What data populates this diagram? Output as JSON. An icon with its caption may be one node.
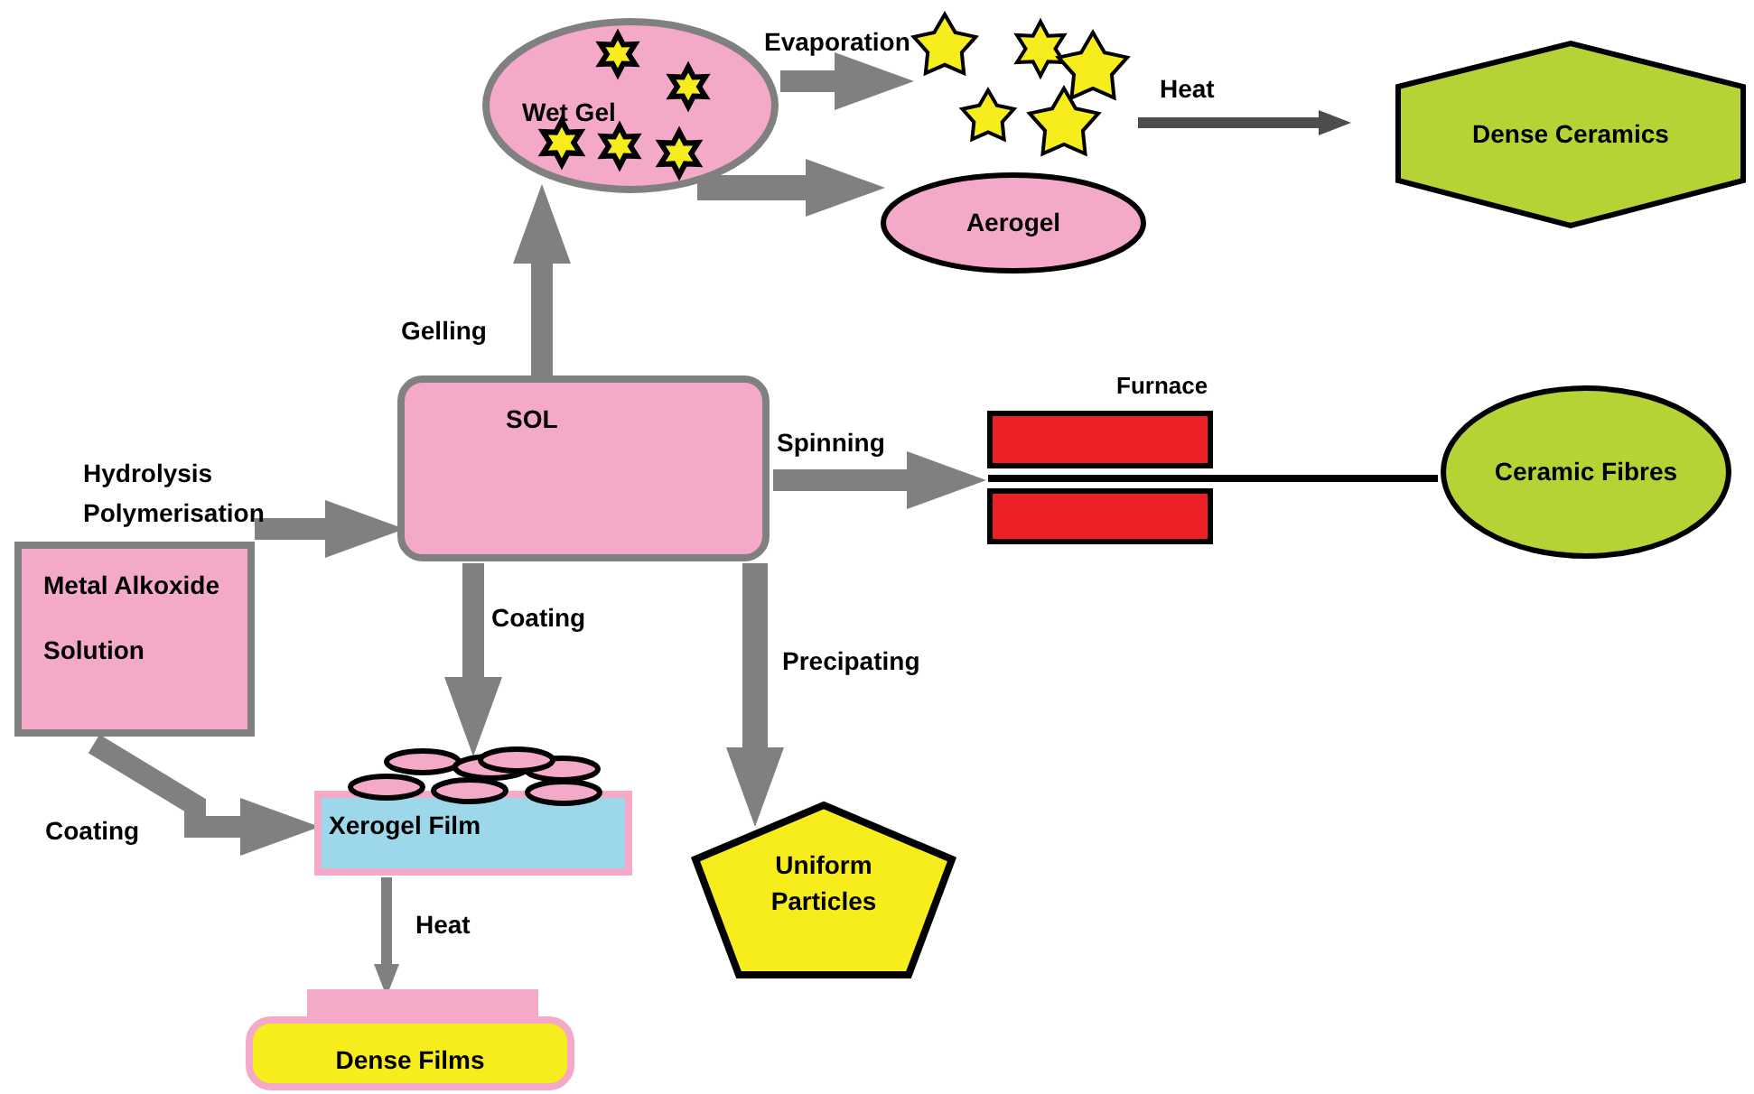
{
  "diagram": {
    "nodes": [
      {
        "text": [
          "Metal Alkoxide",
          "Solution"
        ]
      },
      {
        "text": [
          "SOL"
        ]
      },
      {
        "text": [
          "Wet Gel"
        ]
      },
      {
        "text": [],
        "shape": "picture"
      },
      {
        "text": [
          "Aerogel"
        ]
      },
      {
        "text": [
          "Dense Ceramics"
        ]
      },
      {
        "text": [
          "Furnace"
        ]
      },
      {
        "text": [
          "Ceramic Fibres"
        ]
      },
      {
        "text": [
          "Xerogel Film"
        ]
      },
      {
        "text": [
          "Uniform Particles"
        ]
      },
      {
        "text": [
          "Dense Films"
        ]
      }
    ],
    "edges": [
      {
        "from": 0,
        "to": 1,
        "arrow": "to",
        "label": "Hydrolysis Polymerisation"
      },
      {
        "from": 1,
        "to": 2,
        "arrow": "to",
        "label": "Gelling"
      },
      {
        "from": 2,
        "to": 3,
        "arrow": "to",
        "label": "Evaporation"
      },
      {
        "from": 2,
        "to": 4,
        "arrow": "to"
      },
      {
        "from": 3,
        "to": 5,
        "arrow": "to",
        "label": "Heat",
        "color": "#4d4d4d"
      },
      {
        "from": 1,
        "to": 6,
        "arrow": "to",
        "label": "Spinning"
      },
      {
        "from": 6,
        "to": 7,
        "arrow": "none",
        "color": "#000000"
      },
      {
        "from": 1,
        "to": 8,
        "arrow": "to",
        "label": "Coating"
      },
      {
        "from": 1,
        "to": 9,
        "arrow": "to",
        "label": "Precipating"
      },
      {
        "from": 8,
        "to": 10,
        "arrow": "to",
        "label": "Heat"
      },
      {
        "from": 0,
        "to": 8,
        "arrow": "to",
        "label": "Coating"
      }
    ]
  }
}
